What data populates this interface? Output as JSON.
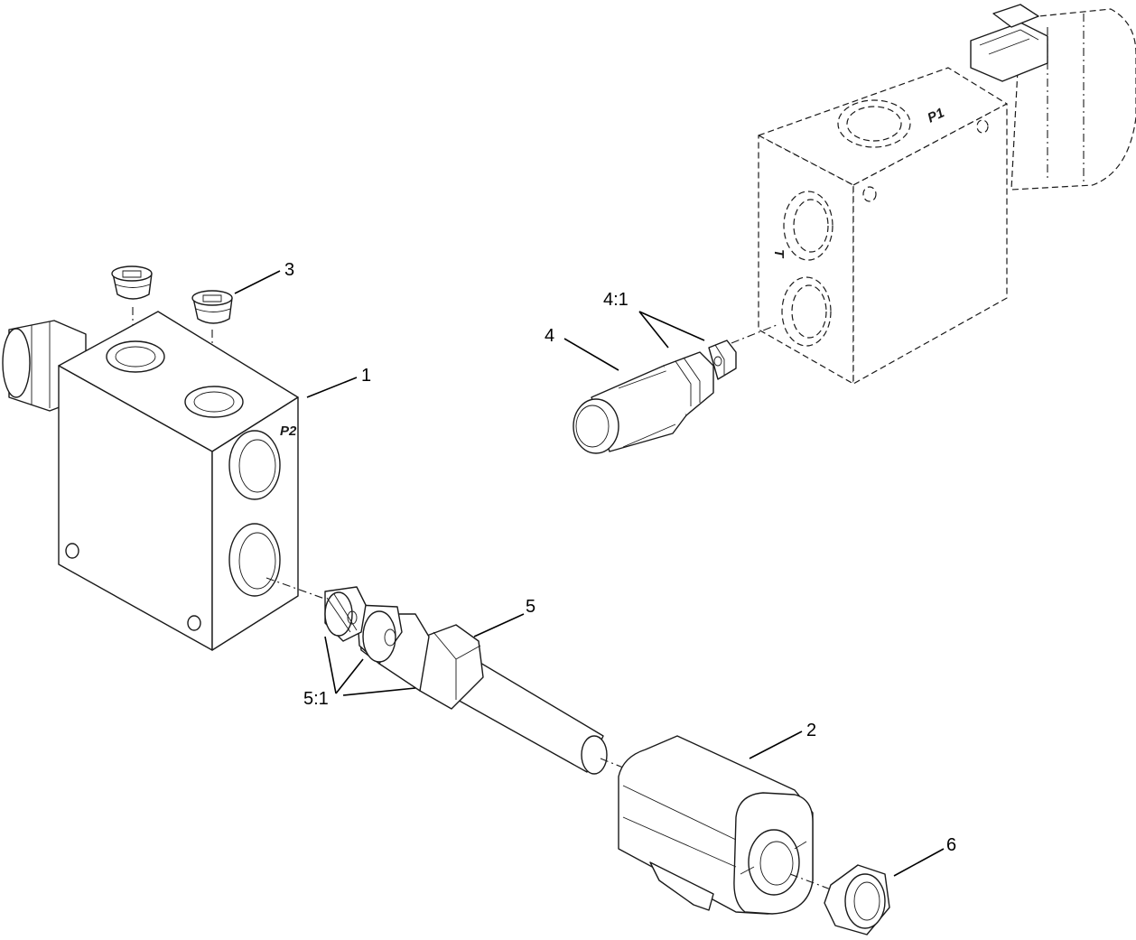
{
  "callouts": {
    "c1": "1",
    "c2": "2",
    "c3": "3",
    "c4": "4",
    "c4_1": "4:1",
    "c5": "5",
    "c5_1": "5:1",
    "c6": "6"
  },
  "markings": {
    "port_p2": "P2",
    "port_p1": "P1",
    "port_t": "T"
  }
}
